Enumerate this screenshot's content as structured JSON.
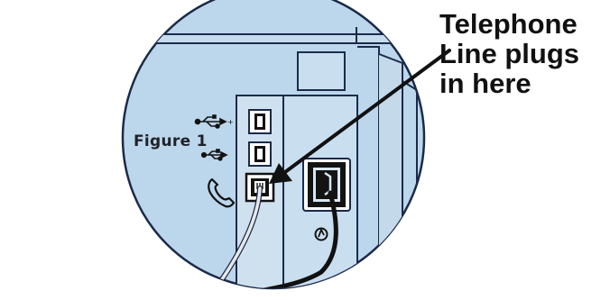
{
  "figure": {
    "label": "Figure 1"
  },
  "callout": {
    "lines": [
      "Telephone",
      "Line plugs",
      "in here"
    ]
  },
  "icons": {
    "usb_top": "usb-icon",
    "usb_bottom": "usb-icon",
    "phone": "telephone-handset-icon",
    "power_switch": "power-icon"
  },
  "colors": {
    "circle_fill": "#bcd7ec",
    "outline": "#1b2a4a",
    "panel_fill": "#cfe1ef",
    "socket_fill": "#131313",
    "phone_cord": "#e8e8e8",
    "power_cord": "#111111"
  }
}
